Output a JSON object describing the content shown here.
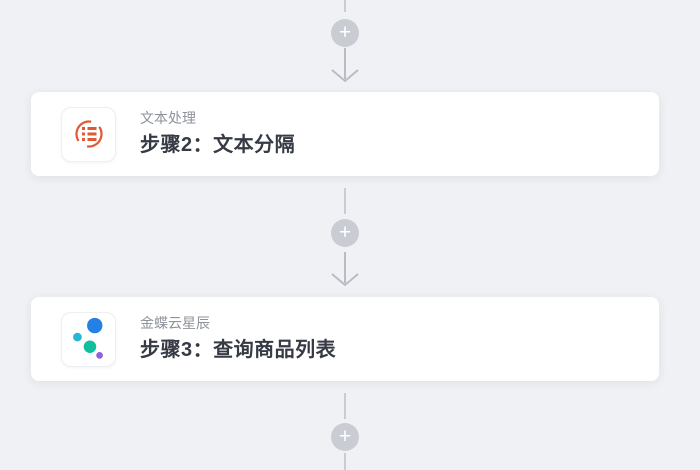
{
  "canvas": {
    "background_color": "#f0f1f4",
    "card_background_color": "#ffffff"
  },
  "connector": {
    "add_label": "+",
    "line_color": "#c9ccd2",
    "circle_color": "#c9ccd2",
    "arrow_color": "#b9bcc3"
  },
  "workflow": {
    "steps": [
      {
        "app_name": "文本处理",
        "title": "步骤2：文本分隔",
        "icon": "text-processing-icon",
        "accent_color": "#de5a36"
      },
      {
        "app_name": "金蝶云星辰",
        "title": "步骤3：查询商品列表",
        "icon": "kingdee-cloud-star-icon",
        "dot_colors": [
          "#2380e5",
          "#25b7d3",
          "#0fbf9f",
          "#9460d8"
        ]
      }
    ]
  }
}
